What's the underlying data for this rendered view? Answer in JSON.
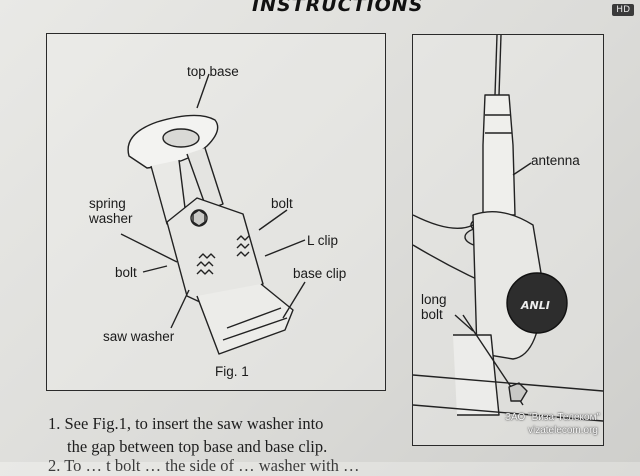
{
  "heading": "INSTRUCTIONS",
  "badge": "HD",
  "figure1": {
    "caption": "Fig. 1",
    "labels": {
      "top_base": "top base",
      "spring_washer": "spring washer",
      "bolt_right": "bolt",
      "l_clip": "L clip",
      "bolt_left": "bolt",
      "base_clip": "base clip",
      "saw_washer": "saw washer"
    }
  },
  "figure2": {
    "labels": {
      "antenna": "antenna",
      "long_bolt": "long bolt",
      "brand": "ANLI"
    }
  },
  "instructions": {
    "line1": "1. See Fig.1, to insert the saw washer into",
    "line2": "the gap between top base and base clip.",
    "line3": "2. To  …  t  bolt  …  the  side of  …  washer  with  …"
  },
  "watermark": {
    "line1": "ЗАО \"Виза-Телеком\"",
    "line2": "vizatelecom.org"
  }
}
